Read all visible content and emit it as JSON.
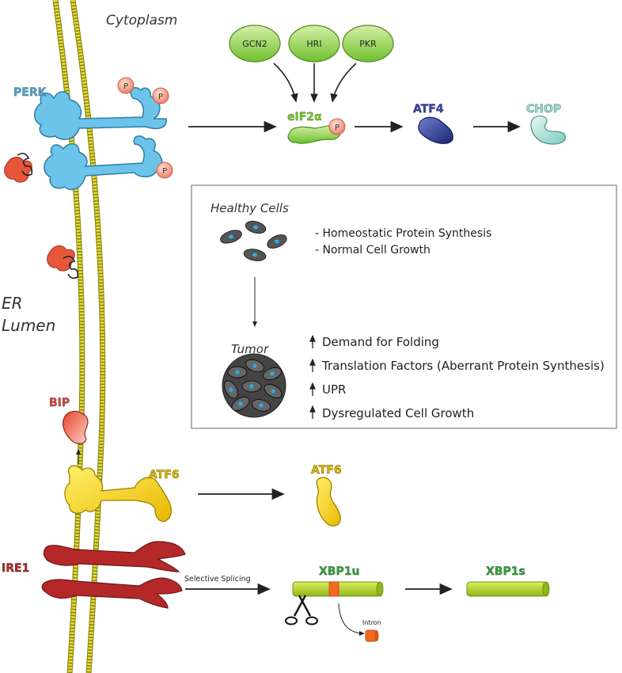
{
  "compartments": {
    "cytoplasm": "Cytoplasm",
    "er_lumen_line1": "ER",
    "er_lumen_line2": "Lumen"
  },
  "kinases": [
    "GCN2",
    "HRI",
    "PKR"
  ],
  "phospho_label": "P",
  "proteins": {
    "perk": "PERK",
    "eif2a": "eIF2α",
    "atf4": "ATF4",
    "chop": "CHOP",
    "bip": "BIP",
    "atf6_membrane": "ATF6",
    "atf6_cleaved": "ATF6",
    "ire1": "IRE1",
    "xbp1u": "XBP1u",
    "xbp1s": "XBP1s",
    "intron": "Intron"
  },
  "process": {
    "selective_splicing": "Selective Splicing"
  },
  "inset": {
    "healthy_title": "Healthy Cells",
    "healthy_points": [
      "- Homeostatic Protein Synthesis",
      "- Normal Cell Growth"
    ],
    "tumor_title": "Tumor",
    "tumor_points": [
      "Demand for Folding",
      "Translation Factors (Aberrant Protein Synthesis)",
      "UPR",
      "Dysregulated Cell Growth"
    ]
  },
  "colors": {
    "perk_blue": "#6cc4ea",
    "eif2a_green": "#8fd14a",
    "atf4_navy": "#2b3a8f",
    "chop_teal": "#a7dcd6",
    "misfolded_red": "#e8563a",
    "atf6_yellow": "#f4d61a",
    "ire1_red": "#b5282a",
    "xbp1_green": "#b7d62a",
    "intron_orange": "#f26a21",
    "membrane_yellow": "#d8d23a",
    "phospho_pink": "#f29a86"
  }
}
